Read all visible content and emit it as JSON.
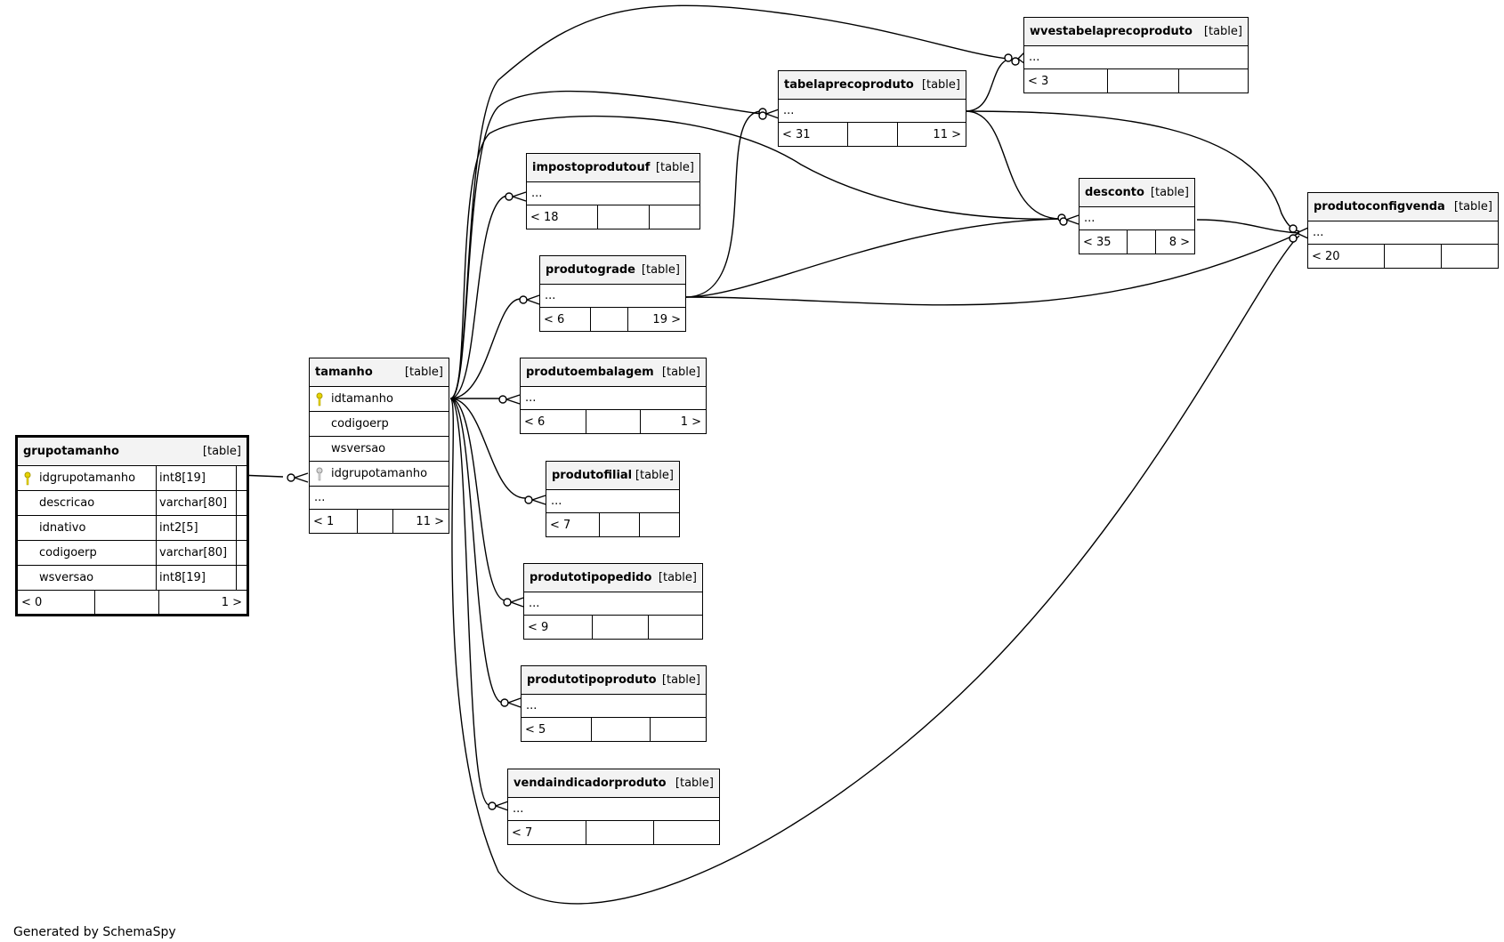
{
  "credit": "Generated by SchemaSpy",
  "type_label": "[table]",
  "ellipsis": "...",
  "focus_table": {
    "name": "grupotamanho",
    "columns": [
      {
        "name": "idgrupotamanho",
        "type": "int8[19]",
        "key": "primary"
      },
      {
        "name": "descricao",
        "type": "varchar[80]"
      },
      {
        "name": "idnativo",
        "type": "int2[5]"
      },
      {
        "name": "codigoerp",
        "type": "varchar[80]"
      },
      {
        "name": "wsversao",
        "type": "int8[19]"
      }
    ],
    "parents": "< 0",
    "children": "1 >"
  },
  "tamanho": {
    "name": "tamanho",
    "columns": [
      {
        "name": "idtamanho",
        "key": "primary"
      },
      {
        "name": "codigoerp"
      },
      {
        "name": "wsversao"
      },
      {
        "name": "idgrupotamanho",
        "key": "foreign"
      }
    ],
    "parents": "< 1",
    "children": "11 >"
  },
  "tables": [
    {
      "id": "wvestabelaprecoproduto",
      "name": "wvestabelaprecoproduto",
      "parents": "< 3",
      "children": ""
    },
    {
      "id": "tabelaprecoproduto",
      "name": "tabelaprecoproduto",
      "parents": "< 31",
      "children": "11 >"
    },
    {
      "id": "impostoprodutouf",
      "name": "impostoprodutouf",
      "parents": "< 18",
      "children": ""
    },
    {
      "id": "produtograde",
      "name": "produtograde",
      "parents": "< 6",
      "children": "19 >"
    },
    {
      "id": "produtoembalagem",
      "name": "produtoembalagem",
      "parents": "< 6",
      "children": "1 >"
    },
    {
      "id": "produtofilial",
      "name": "produtofilial",
      "parents": "< 7",
      "children": ""
    },
    {
      "id": "produtotipopedido",
      "name": "produtotipopedido",
      "parents": "< 9",
      "children": ""
    },
    {
      "id": "produtotipoproduto",
      "name": "produtotipoproduto",
      "parents": "< 5",
      "children": ""
    },
    {
      "id": "vendaindicadorproduto",
      "name": "vendaindicadorproduto",
      "parents": "< 7",
      "children": ""
    },
    {
      "id": "desconto",
      "name": "desconto",
      "parents": "< 35",
      "children": "8 >"
    },
    {
      "id": "produtoconfigvenda",
      "name": "produtoconfigvenda",
      "parents": "< 20",
      "children": ""
    }
  ]
}
